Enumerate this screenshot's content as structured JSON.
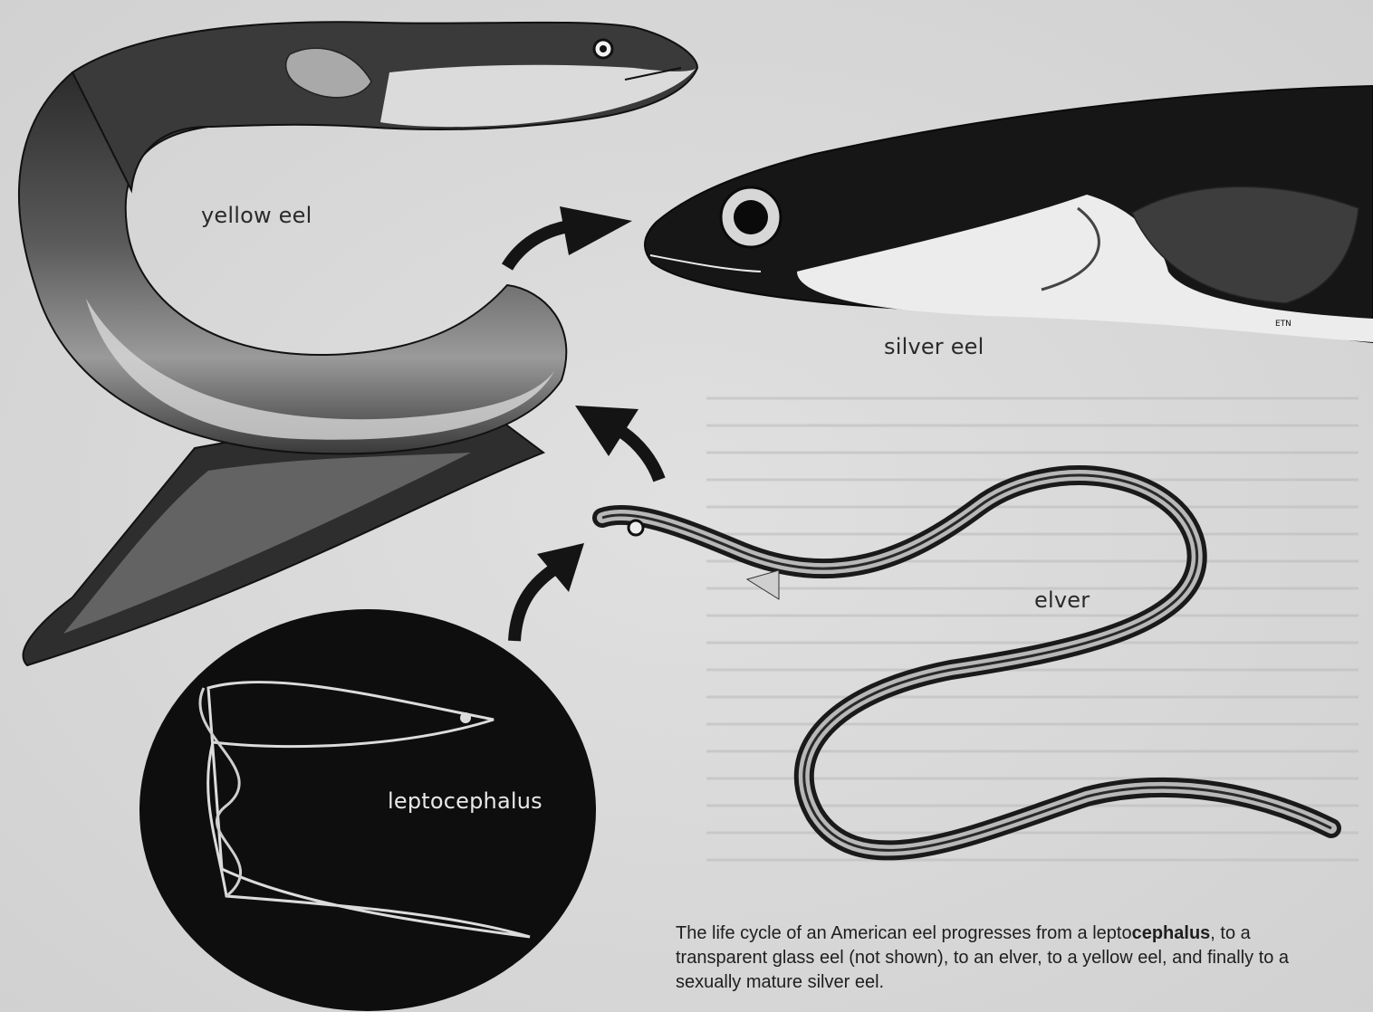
{
  "labels": {
    "yellow_eel": "yellow eel",
    "silver_eel": "silver eel",
    "elver": "elver",
    "leptocephalus": "leptocephalus"
  },
  "caption": {
    "part1": "The life cycle of an American eel progresses from a lepto",
    "bold": "cephalus",
    "part2": ", to a transparent glass eel (not shown), to an elver, to a yellow eel, and finally to a sexually mature silver eel."
  },
  "artist_mark": "ETN",
  "colors": {
    "page": "#d9d9d9",
    "ink": "#161616",
    "yellow_eel_belly": "#e4e4e4",
    "silver_eel_belly": "#ececec",
    "leptocephalus_bg": "#0e0e0e"
  }
}
